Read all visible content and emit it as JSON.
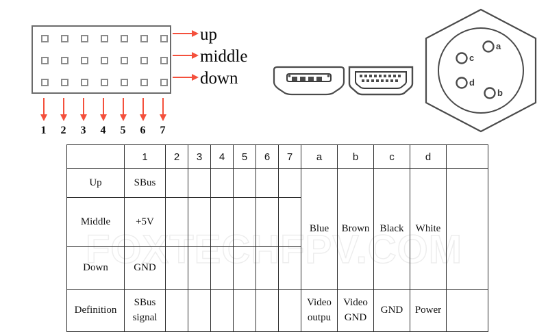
{
  "diagram": {
    "pin_header": {
      "rows": [
        {
          "key": "up",
          "label": "up"
        },
        {
          "key": "middle",
          "label": "middle"
        },
        {
          "key": "down",
          "label": "down"
        }
      ],
      "pin_numbers": [
        "1",
        "2",
        "3",
        "4",
        "5",
        "6",
        "7"
      ],
      "arrow_color": "#f4503c",
      "outline_color": "#6b6b6b"
    },
    "connectors": [
      {
        "name": "micro-usb-connector",
        "type": "micro-usb"
      },
      {
        "name": "hdmi-connector",
        "type": "hdmi"
      }
    ],
    "hex_connector": {
      "pins": [
        {
          "id": "a",
          "label": "a"
        },
        {
          "id": "b",
          "label": "b"
        },
        {
          "id": "c",
          "label": "c"
        },
        {
          "id": "d",
          "label": "d"
        }
      ]
    }
  },
  "table": {
    "headers": [
      "",
      "1",
      "2",
      "3",
      "4",
      "5",
      "6",
      "7",
      "a",
      "b",
      "c",
      "d",
      ""
    ],
    "rows": [
      {
        "label": "Up",
        "cells": [
          "SBus",
          "",
          "",
          "",
          "",
          "",
          "",
          "",
          "",
          "",
          "",
          ""
        ]
      },
      {
        "label": "Middle",
        "cells": [
          "+5V",
          "",
          "",
          "",
          "",
          "",
          "",
          "Blue",
          "Brown",
          "Black",
          "White",
          ""
        ]
      },
      {
        "label": "Down",
        "cells": [
          "GND",
          "",
          "",
          "",
          "",
          "",
          "",
          "",
          "",
          "",
          "",
          ""
        ]
      },
      {
        "label": "Definition",
        "cells": [
          "SBus signal",
          "",
          "",
          "",
          "",
          "",
          "",
          "Video outpu",
          "Video GND",
          "GND",
          "Power",
          ""
        ]
      }
    ],
    "definition_lines": {
      "col1": [
        "SBus",
        "signal"
      ],
      "a": [
        "Video",
        "outpu"
      ],
      "b": [
        "Video",
        "GND"
      ],
      "c": [
        "GND"
      ],
      "d": [
        "Power"
      ]
    }
  },
  "watermark": {
    "text": "FOXTECHFPV.COM"
  }
}
